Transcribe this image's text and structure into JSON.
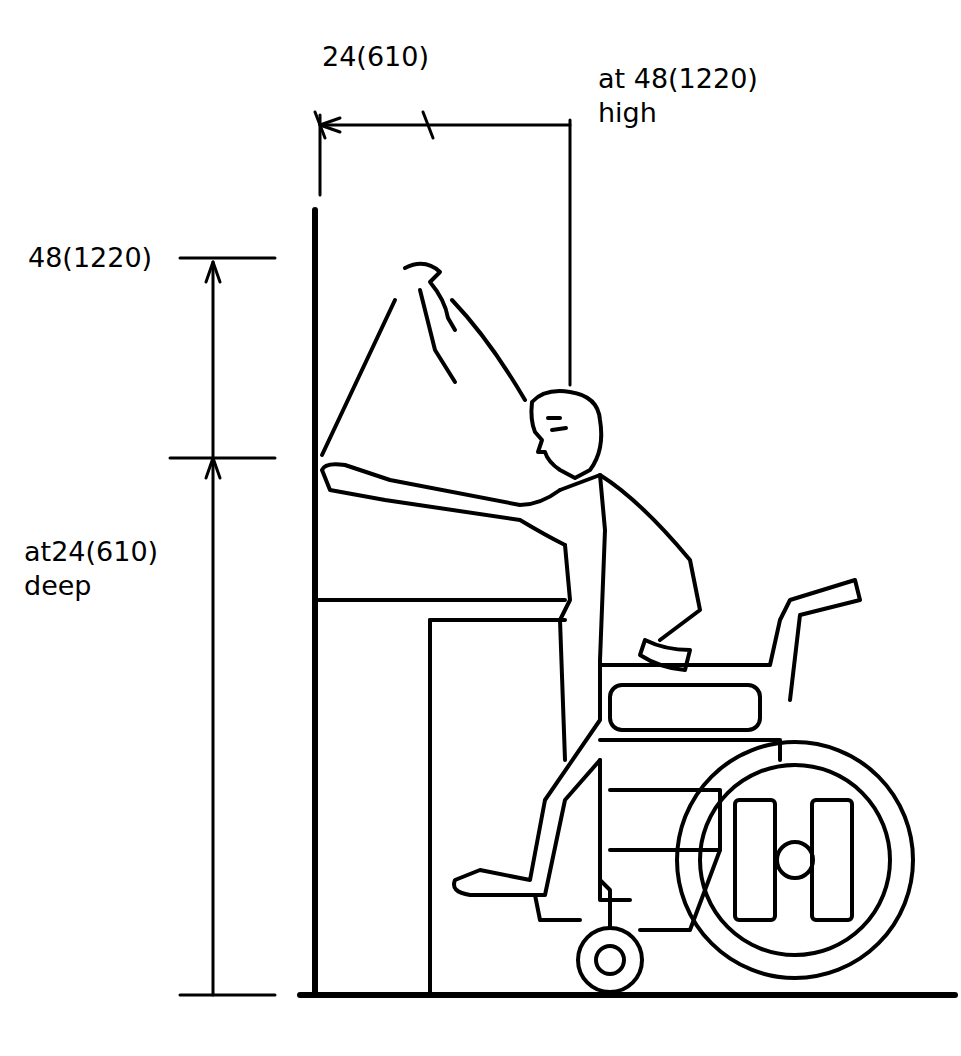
{
  "diagram": {
    "labels": [
      "24(610)",
      "at 48(1220) high",
      "48(1220)",
      "at24(610) deep"
    ]
  }
}
